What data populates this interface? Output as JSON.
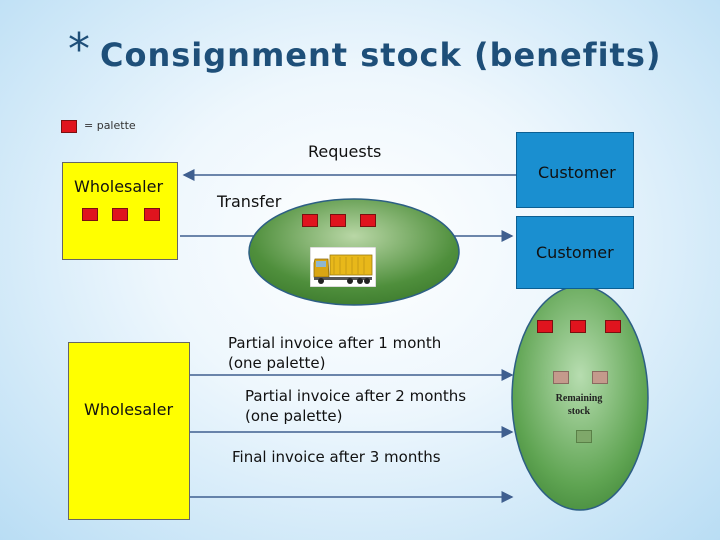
{
  "title": {
    "star": "*",
    "text": "Consignment stock (benefits)"
  },
  "legend": {
    "text": "= palette"
  },
  "labels": {
    "requests": "Requests",
    "transfer": "Transfer",
    "wholesaler_top": "Wholesaler",
    "wholesaler_bottom": "Wholesaler",
    "customer_top": "Customer",
    "customer_bottom": "Customer",
    "invoice1_line1": "Partial invoice after 1 month",
    "invoice1_line2": "(one palette)",
    "invoice2_line1": "Partial invoice after 2 months",
    "invoice2_line2": "(one palette)",
    "invoice3": "Final invoice  after 3 months",
    "remaining_line1": "Remaining",
    "remaining_line2": "stock"
  },
  "colors": {
    "title": "#1e4f79",
    "palette": "#e0141e",
    "wholesaler_box": "#ffff00",
    "customer_box": "#1a8fd0",
    "arrow": "#3f5f8f"
  },
  "icons": {
    "truck": "truck-icon"
  }
}
